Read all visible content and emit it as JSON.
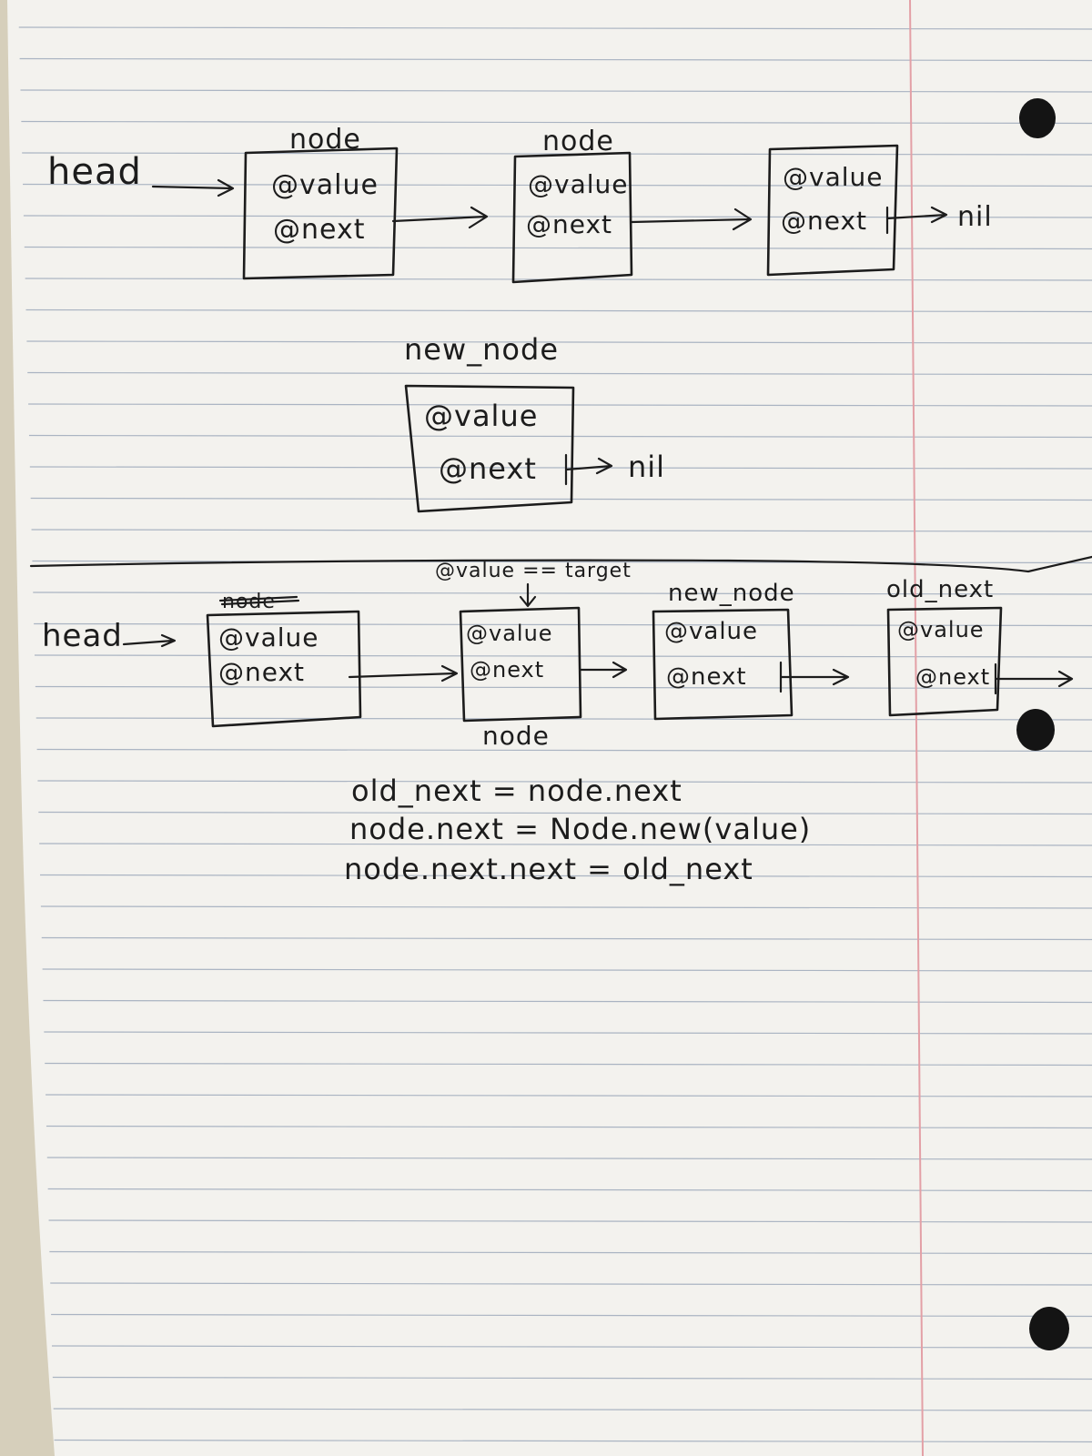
{
  "top_diagram": {
    "head_label": "head",
    "node1_label": "node",
    "node2_label": "node",
    "new_node_label": "new_node",
    "node1": {
      "value": "@value",
      "next": "@next"
    },
    "node2": {
      "value": "@value",
      "next": "@next"
    },
    "node3": {
      "value": "@value",
      "next": "@next"
    },
    "node3_nil": "nil",
    "new_node": {
      "value": "@value",
      "next": "@next"
    },
    "new_node_nil": "nil"
  },
  "bottom_diagram": {
    "head_label": "head",
    "struck_label": "node",
    "target_note": "@value == target",
    "new_node_label": "new_node",
    "old_next_label": "old_next",
    "node_below_label": "node",
    "box1": {
      "value": "@value",
      "next": "@next"
    },
    "box2": {
      "value": "@value",
      "next": "@next"
    },
    "box3": {
      "value": "@value",
      "next": "@next"
    },
    "box4": {
      "value": "@value",
      "next": "@next"
    }
  },
  "code_lines": [
    "old_next = node.next",
    "node.next = Node.new(value)",
    "node.next.next = old_next"
  ],
  "colors": {
    "paper": "#f3f2ee",
    "ink": "#1c1c1c",
    "rule": "#aab4c2",
    "margin": "#e3a0a6"
  }
}
